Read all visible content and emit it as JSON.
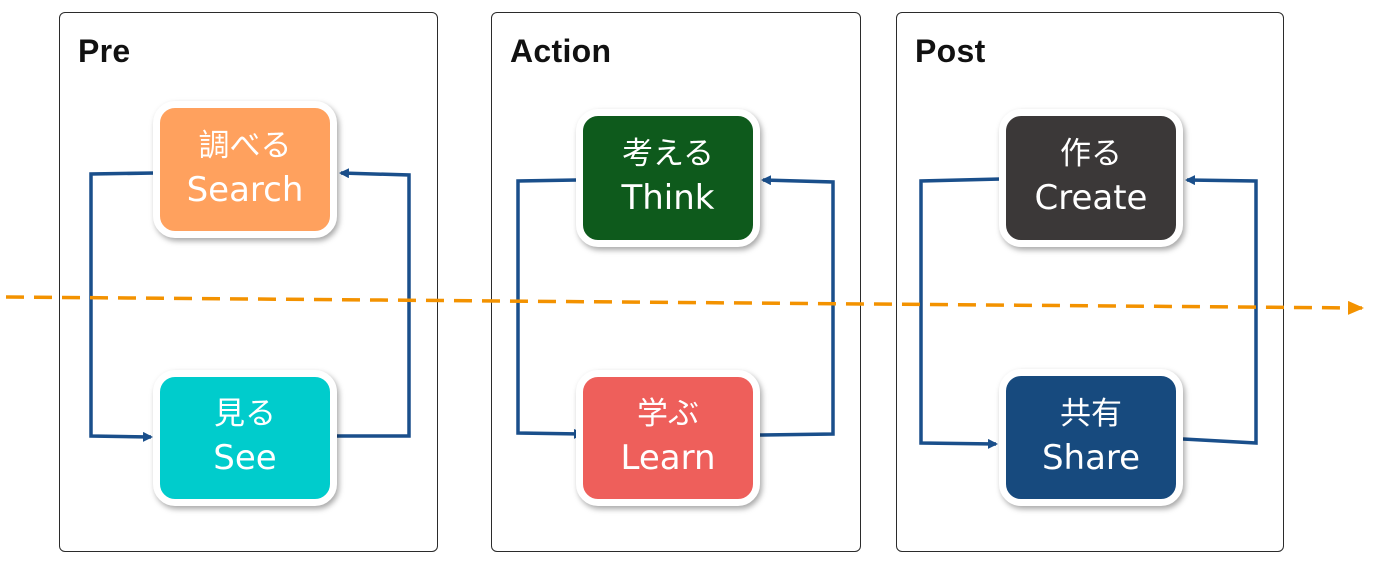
{
  "colors": {
    "flow_line": "#1a4f8b",
    "timeline_arrow": "#f39200",
    "search": "#ffa15e",
    "see": "#00cccc",
    "think": "#0e5a1c",
    "learn": "#ee5f5b",
    "create": "#3b3838",
    "share": "#174a7e"
  },
  "panels": {
    "pre": {
      "title": "Pre",
      "top_node": {
        "jp": "調べる",
        "en": "Search"
      },
      "bottom_node": {
        "jp": "見る",
        "en": "See"
      }
    },
    "action": {
      "title": "Action",
      "top_node": {
        "jp": "考える",
        "en": "Think"
      },
      "bottom_node": {
        "jp": "学ぶ",
        "en": "Learn"
      }
    },
    "post": {
      "title": "Post",
      "top_node": {
        "jp": "作る",
        "en": "Create"
      },
      "bottom_node": {
        "jp": "共有",
        "en": "Share"
      }
    }
  }
}
